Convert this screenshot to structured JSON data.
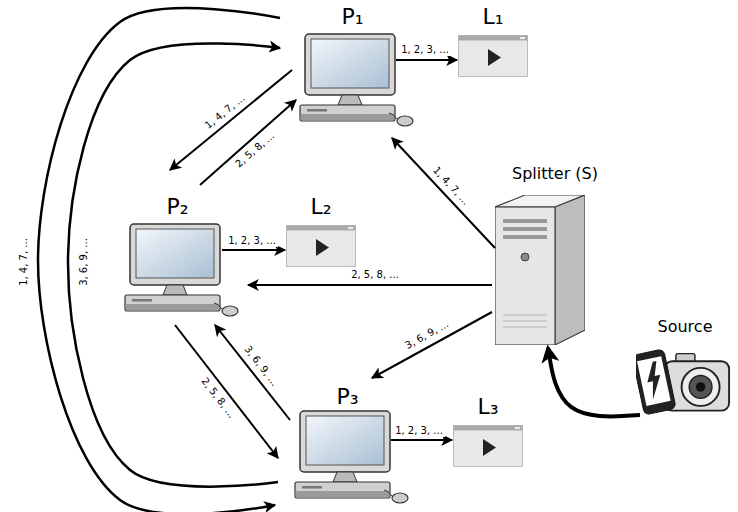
{
  "diagram": {
    "nodes": [
      {
        "text": [
          "P₁"
        ]
      },
      {
        "text": [
          "L₁"
        ]
      },
      {
        "text": [
          "P₂"
        ]
      },
      {
        "text": [
          "L₂"
        ]
      },
      {
        "text": [
          "Splitter (S)"
        ]
      },
      {
        "text": [
          "P₃"
        ]
      },
      {
        "text": [
          "L₃"
        ]
      },
      {
        "text": [
          "Source"
        ]
      }
    ],
    "edges": [
      {
        "from": 0,
        "to": 1,
        "label": "1, 2, 3, ...",
        "arrow": "to"
      },
      {
        "from": 2,
        "to": 3,
        "label": "1, 2, 3, ...",
        "arrow": "to"
      },
      {
        "from": 5,
        "to": 6,
        "label": "1, 2, 3, ...",
        "arrow": "to"
      },
      {
        "from": 4,
        "to": 0,
        "label": "1, 4, 7, ...",
        "arrow": "to"
      },
      {
        "from": 4,
        "to": 2,
        "label": "2, 5, 8, ...",
        "arrow": "to"
      },
      {
        "from": 4,
        "to": 5,
        "label": "3, 6, 9, ...",
        "arrow": "to"
      },
      {
        "from": 0,
        "to": 2,
        "label": "1, 4, 7, ...",
        "arrow": "to"
      },
      {
        "from": 2,
        "to": 0,
        "label": "2, 5, 8, ...",
        "arrow": "to"
      },
      {
        "from": 5,
        "to": 2,
        "label": "3, 6, 9, ...",
        "arrow": "to"
      },
      {
        "from": 2,
        "to": 5,
        "label": "2, 5, 8, ...",
        "arrow": "to"
      },
      {
        "from": 0,
        "to": 5,
        "label": "1, 4, 7, ...",
        "arrow": "to"
      },
      {
        "from": 5,
        "to": 0,
        "label": "3, 6, 9, ...",
        "arrow": "to"
      },
      {
        "from": 7,
        "to": 4,
        "arrow": "to"
      }
    ]
  }
}
